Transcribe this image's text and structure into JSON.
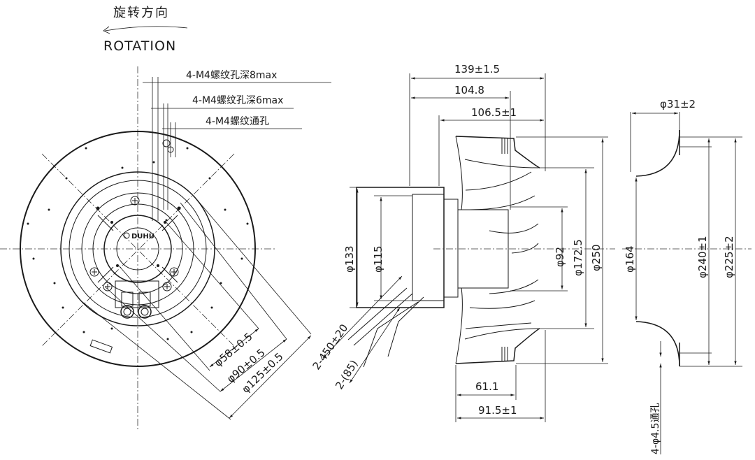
{
  "header": {
    "rotation_cn": "旋转方向",
    "rotation_en": "ROTATION"
  },
  "front_view": {
    "holes": [
      {
        "label": "4-M4螺纹孔深8max"
      },
      {
        "label": "4-M4螺纹孔深6max"
      },
      {
        "label": "4-M4螺纹通孔"
      }
    ],
    "diameters": [
      {
        "label": "φ58±0.5"
      },
      {
        "label": "φ90±0.5"
      },
      {
        "label": "φ125±0.5"
      }
    ],
    "brand": "DUHU"
  },
  "cable": {
    "length_label": "2-450±20",
    "strip_label": "2-(85)"
  },
  "side_view": {
    "top_dims": [
      {
        "label": "139±1.5"
      },
      {
        "label": "104.8"
      },
      {
        "label": "106.5±1"
      }
    ],
    "bottom_dims": [
      {
        "label": "61.1"
      },
      {
        "label": "91.5±1"
      }
    ],
    "diameters": [
      {
        "label": "φ133"
      },
      {
        "label": "φ115"
      },
      {
        "label": "φ92"
      },
      {
        "label": "φ172.5"
      },
      {
        "label": "φ250"
      }
    ]
  },
  "ring_view": {
    "top_dim": "φ31±2",
    "diameters": [
      {
        "label": "φ164"
      },
      {
        "label": "φ240±1"
      },
      {
        "label": "φ225±2"
      }
    ],
    "holes_label": "4-φ4.5通孔"
  }
}
